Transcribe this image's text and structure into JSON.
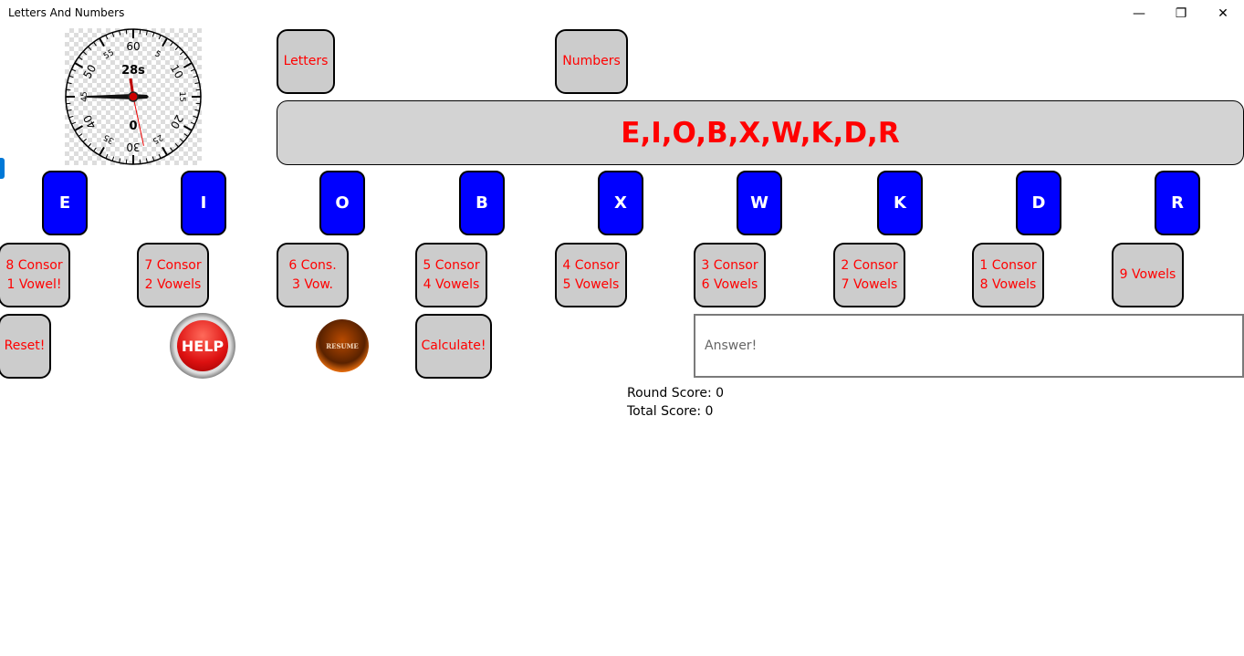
{
  "window": {
    "title": "Letters And Numbers",
    "minimize": "—",
    "restore": "❐",
    "close": "✕"
  },
  "buttons": {
    "letters": "Letters",
    "numbers": "Numbers",
    "reset": "Reset!",
    "help": "HELP",
    "resume": "RESUME",
    "calculate": "Calculate!"
  },
  "display": "E,I,O,B,X,W,K,D,R",
  "tiles": [
    "E",
    "I",
    "O",
    "B",
    "X",
    "W",
    "K",
    "D",
    "R"
  ],
  "choices": [
    "8 Consor\n1 Vowel!",
    "7 Consor\n2 Vowels",
    "6 Cons.\n3 Vow.",
    "5 Consor\n4 Vowels",
    "4 Consor\n5 Vowels",
    "3 Consor\n6 Vowels",
    "2 Consor\n7 Vowels",
    "1 Consor\n8 Vowels",
    "9 Vowels"
  ],
  "answer": {
    "placeholder": "Answer!",
    "value": ""
  },
  "scores": {
    "round": "Round Score: 0",
    "total": "Total Score: 0"
  },
  "clock": {
    "seconds_label": "28s",
    "minutes_label": "0",
    "dial_numbers": [
      "60",
      "5",
      "10",
      "15",
      "20",
      "25",
      "30",
      "35",
      "40",
      "45",
      "50",
      "55"
    ],
    "seconds": 28
  },
  "colors": {
    "tile": "#0000ff",
    "button_text": "#ff0000",
    "button_bg": "#cccccc"
  }
}
